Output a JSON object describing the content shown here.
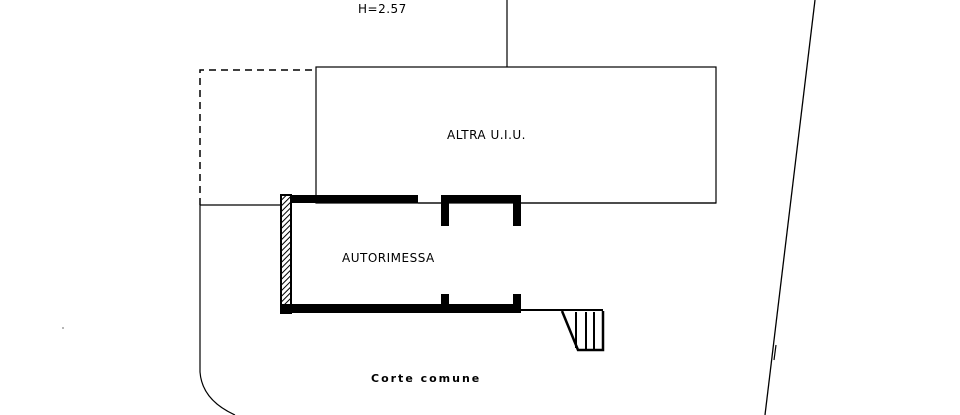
{
  "plan": {
    "height_label": "H=2.57",
    "other_unit_label": "ALTRA U.I.U.",
    "garage_label": "AUTORIMESSA",
    "courtyard_label": "Corte comune",
    "line_color": "#000000",
    "background_color": "#ffffff"
  }
}
